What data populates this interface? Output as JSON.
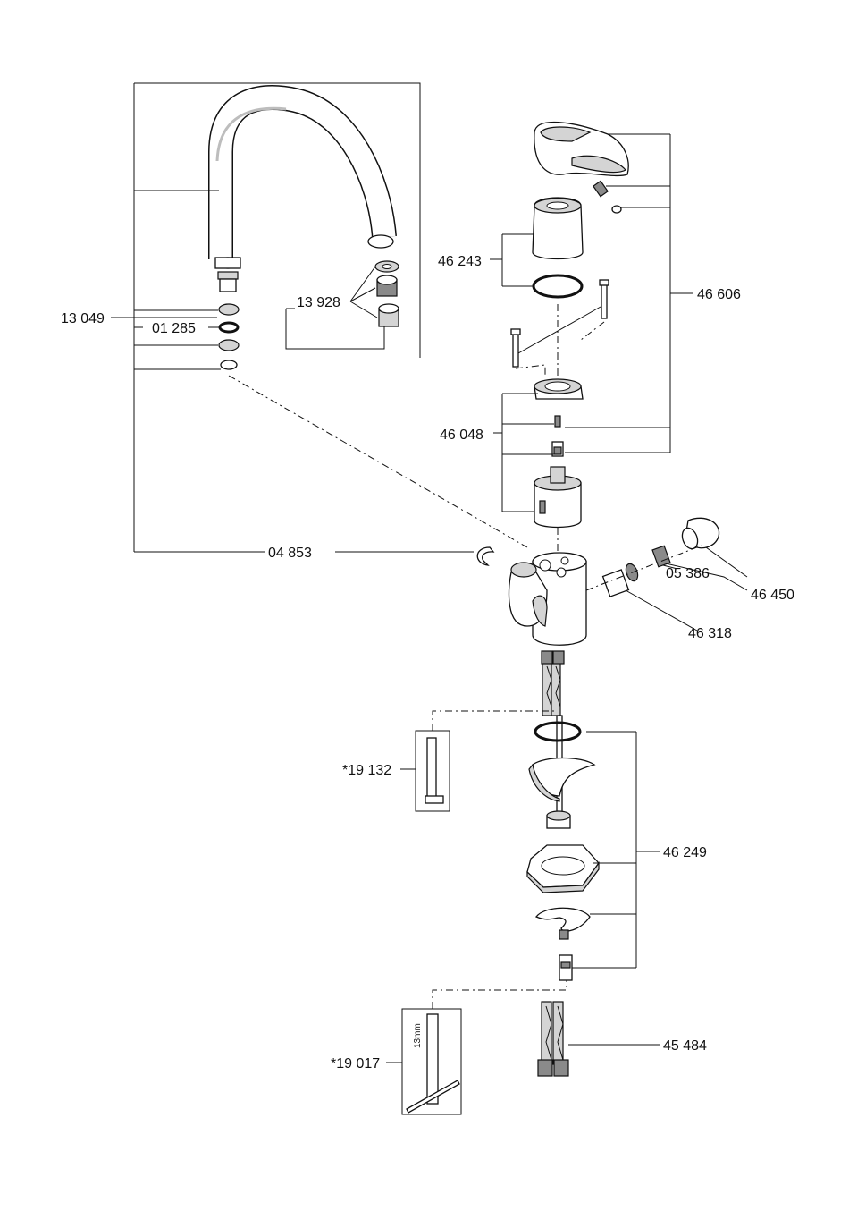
{
  "labels": {
    "spout_set": "13 049",
    "oring_small": "01 285",
    "aerator": "13 928",
    "clip": "04 853",
    "cap": "46 243",
    "handle_set": "46 606",
    "cartridge": "46 048",
    "diverter_pin": "05 386",
    "diverter_set": "46 450",
    "diverter": "46 318",
    "tool_a": "*19 132",
    "mounting_set": "46 249",
    "tool_b": "*19 017",
    "tool_b_size": "13mm",
    "hoses": "45 484"
  }
}
